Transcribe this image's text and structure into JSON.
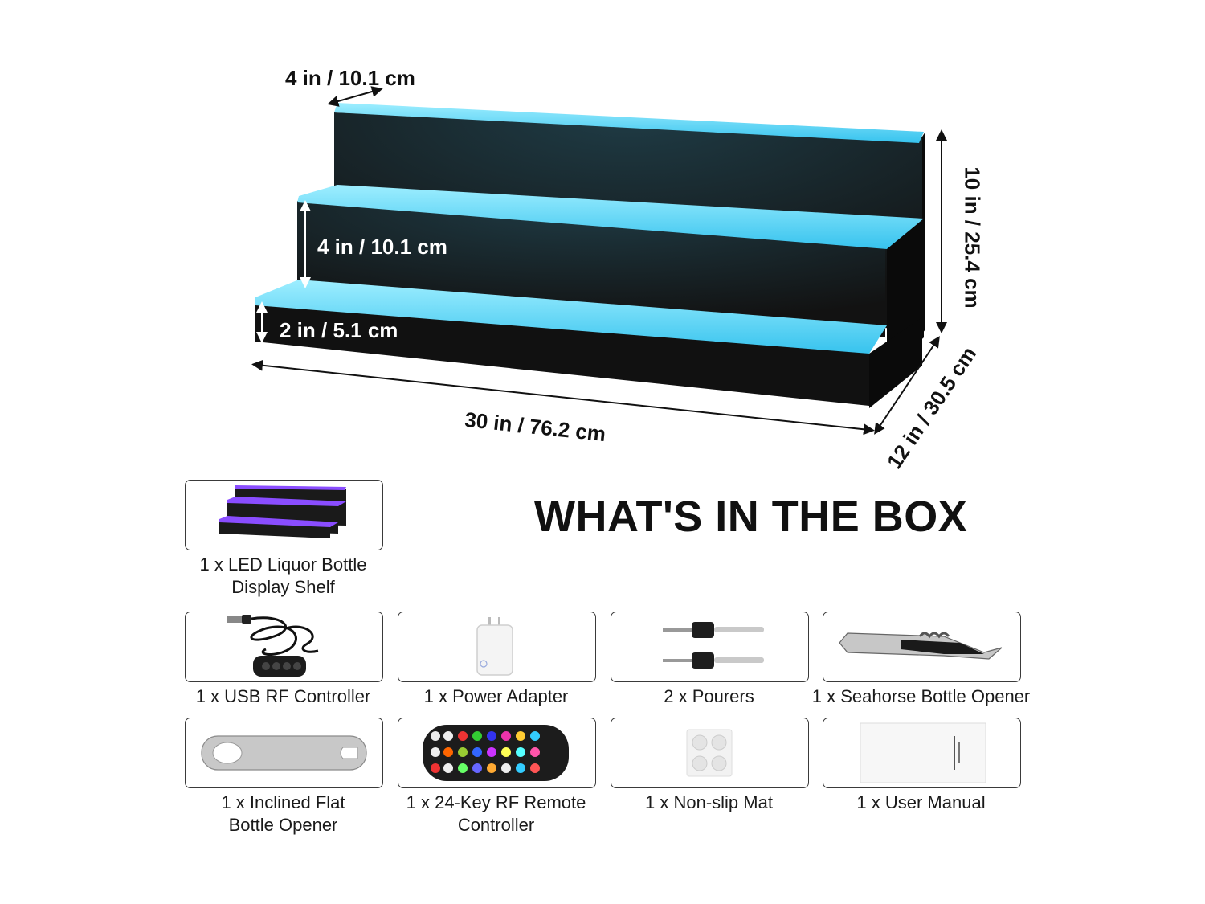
{
  "dimensions": {
    "top_depth": "4 in / 10.1 cm",
    "step_height": "4 in / 10.1 cm",
    "bottom_height": "2 in / 5.1 cm",
    "total_height": "10 in / 25.4 cm",
    "length": "30 in / 76.2 cm",
    "depth": "12 in / 30.5 cm"
  },
  "heading": "WHAT'S IN THE BOX",
  "items": [
    {
      "lines": [
        "1 x LED Liquor Bottle",
        "Display Shelf"
      ],
      "icon": "led-shelf-icon"
    },
    {
      "lines": [
        "1 x USB RF Controller"
      ],
      "icon": "usb-controller-icon"
    },
    {
      "lines": [
        "1 x Power Adapter"
      ],
      "icon": "power-adapter-icon"
    },
    {
      "lines": [
        "2 x Pourers"
      ],
      "icon": "pourer-icon"
    },
    {
      "lines": [
        "1 x Seahorse Bottle Opener"
      ],
      "icon": "seahorse-opener-icon"
    },
    {
      "lines": [
        "1 x Inclined Flat",
        "Bottle Opener"
      ],
      "icon": "flat-opener-icon"
    },
    {
      "lines": [
        "1 x 24-Key RF Remote",
        "Controller"
      ],
      "icon": "remote-icon"
    },
    {
      "lines": [
        "1 x Non-slip Mat"
      ],
      "icon": "non-slip-mat-icon"
    },
    {
      "lines": [
        "1 x User Manual"
      ],
      "icon": "user-manual-icon"
    }
  ],
  "colors": {
    "led_glow": "#5fd8f5",
    "shelf_body": "#141414",
    "mini_glow": "#8a4dff"
  }
}
